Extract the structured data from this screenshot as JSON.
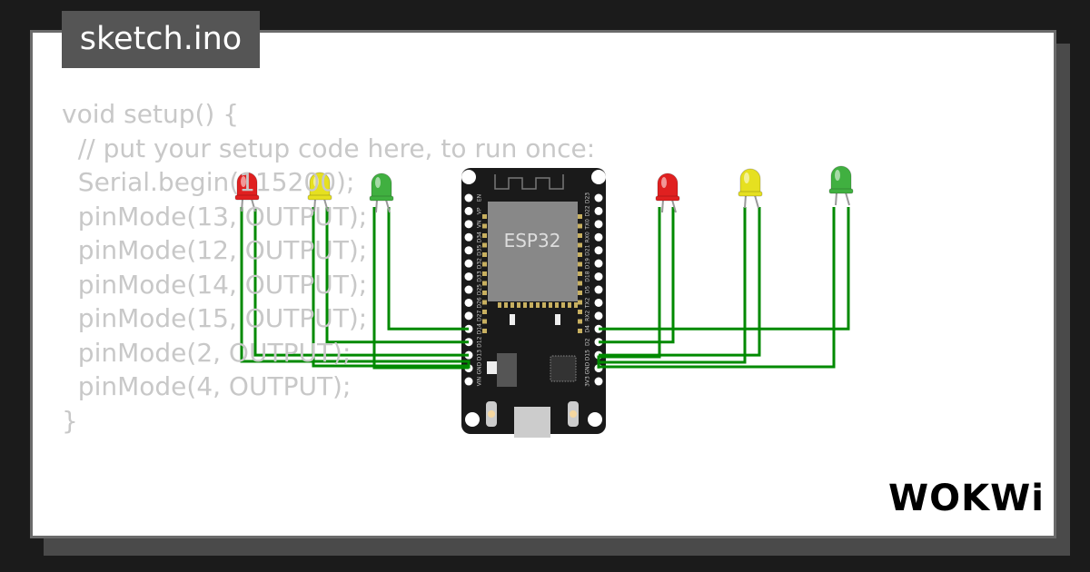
{
  "tab": {
    "title": "sketch.ino"
  },
  "code": {
    "lines": [
      "void setup() {",
      "  // put your setup code here, to run once:",
      "  Serial.begin(115200);",
      "  pinMode(13, OUTPUT);",
      "  pinMode(12, OUTPUT);",
      "  pinMode(14, OUTPUT);",
      "  pinMode(15, OUTPUT);",
      "  pinMode(2, OUTPUT);",
      "  pinMode(4, OUTPUT);",
      "}"
    ]
  },
  "board": {
    "chip_label": "ESP32",
    "left_pins": [
      "EN",
      "VP",
      "VN",
      "D34",
      "D35",
      "D32",
      "D33",
      "D25",
      "D26",
      "D27",
      "D14",
      "D12",
      "D13",
      "GND",
      "VIN"
    ],
    "right_pins": [
      "D23",
      "D22",
      "TX0",
      "RX0",
      "D21",
      "D19",
      "D18",
      "D5",
      "TX2",
      "RX2",
      "D4",
      "D2",
      "D15",
      "GND",
      "3V3"
    ]
  },
  "leds": [
    {
      "color": "red",
      "hex": "#e02020"
    },
    {
      "color": "yellow",
      "hex": "#e6e020"
    },
    {
      "color": "green",
      "hex": "#40b040"
    },
    {
      "color": "red",
      "hex": "#e02020"
    },
    {
      "color": "yellow",
      "hex": "#e6e020"
    },
    {
      "color": "green",
      "hex": "#40b040"
    }
  ],
  "wire_color": "#008a00",
  "brand": {
    "logo": "WOKWi"
  }
}
